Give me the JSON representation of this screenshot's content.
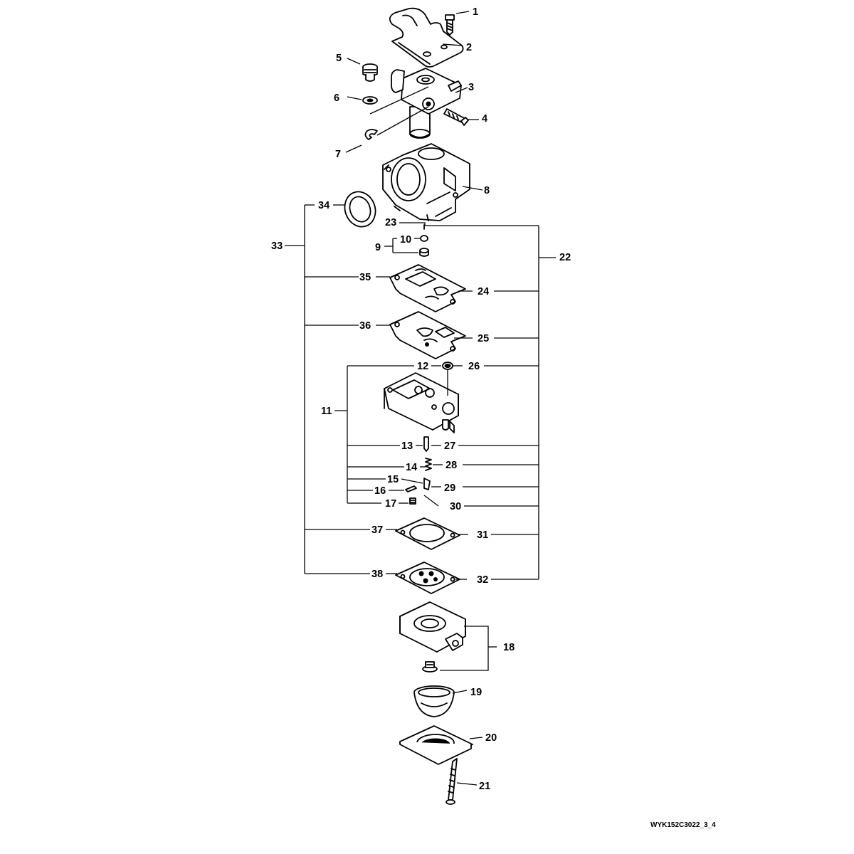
{
  "callouts": {
    "c1": "1",
    "c2": "2",
    "c3": "3",
    "c4": "4",
    "c5": "5",
    "c6": "6",
    "c7": "7",
    "c8": "8",
    "c9": "9",
    "c10": "10",
    "c11": "11",
    "c12": "12",
    "c13": "13",
    "c14": "14",
    "c15": "15",
    "c16": "16",
    "c17": "17",
    "c18": "18",
    "c19": "19",
    "c20": "20",
    "c21": "21",
    "c22": "22",
    "c23": "23",
    "c24": "24",
    "c25": "25",
    "c26": "26",
    "c27": "27",
    "c28": "28",
    "c29": "29",
    "c30": "30",
    "c31": "31",
    "c32": "32",
    "c33": "33",
    "c34": "34",
    "c35": "35",
    "c36": "36",
    "c37": "37",
    "c38": "38"
  },
  "drawing_ref": "WYK152C3022_3_4"
}
